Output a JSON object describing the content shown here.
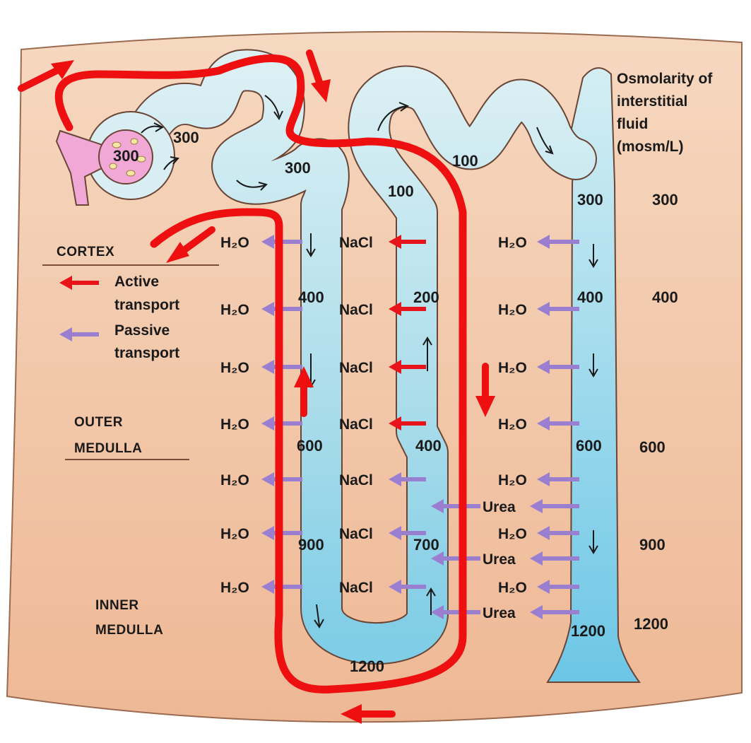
{
  "header": {
    "line1": "Osmolarity of",
    "line2": "interstitial",
    "line3": "fluid",
    "line4": "(mosm/L)"
  },
  "zones": {
    "cortex": "CORTEX",
    "outer_line1": "OUTER",
    "outer_line2": "MEDULLA",
    "inner_line1": "INNER",
    "inner_line2": "MEDULLA"
  },
  "legend": {
    "active_line1": "Active",
    "active_line2": "transport",
    "passive_line1": "Passive",
    "passive_line2": "transport"
  },
  "interstitial_values": [
    "300",
    "400",
    "600",
    "900",
    "1200"
  ],
  "tubule_values": {
    "glomerulus": "300",
    "proximal": "300",
    "proximal_2": "300",
    "descending": [
      "400",
      "600",
      "900"
    ],
    "loop_bottom": "1200",
    "ascending": [
      "100",
      "200",
      "400",
      "700"
    ],
    "distal": "100",
    "collecting": [
      "300",
      "400",
      "600",
      "1200"
    ]
  },
  "transport_labels": {
    "water": "H₂O",
    "salt": "NaCl",
    "urea": "Urea"
  },
  "colors": {
    "active": "#e8141b",
    "passive": "#9a7fd1",
    "tissue": "#f0c8a8",
    "tubule": "#bfe3ec",
    "glomerulus": "#f1a8d6",
    "overlay": "#ee1010"
  }
}
